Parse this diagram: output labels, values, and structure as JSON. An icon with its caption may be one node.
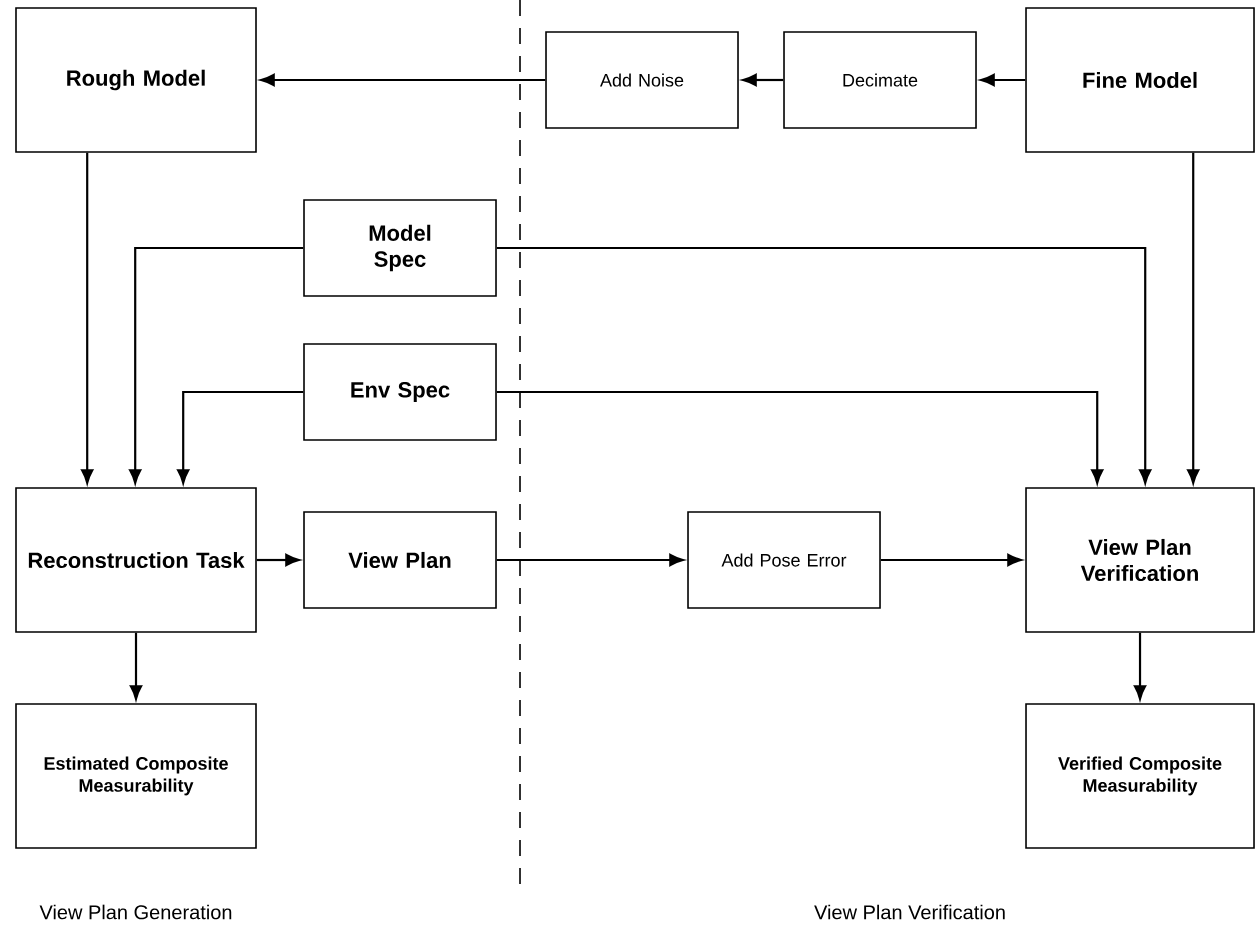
{
  "diagram": {
    "nodes": [
      {
        "text": [
          "Rough Model"
        ]
      },
      {
        "text": [
          "Add Noise"
        ]
      },
      {
        "text": [
          "Decimate"
        ]
      },
      {
        "text": [
          "Fine Model"
        ]
      },
      {
        "text": [
          "Model Spec"
        ]
      },
      {
        "text": [
          "Env Spec"
        ]
      },
      {
        "text": [
          "Reconstruction Task"
        ]
      },
      {
        "text": [
          "View Plan"
        ]
      },
      {
        "text": [
          "Add Pose Error"
        ]
      },
      {
        "text": [
          "View Plan Verification"
        ]
      },
      {
        "text": [
          "Estimated Composite Measurability"
        ]
      },
      {
        "text": [
          "Verified Composite Measurability"
        ]
      }
    ],
    "edges": [
      {
        "from": 3,
        "to": 2,
        "arrow": "to"
      },
      {
        "from": 2,
        "to": 1,
        "arrow": "to"
      },
      {
        "from": 1,
        "to": 0,
        "arrow": "to"
      },
      {
        "from": 0,
        "to": 6,
        "arrow": "to"
      },
      {
        "from": 4,
        "to": 6,
        "arrow": "to"
      },
      {
        "from": 5,
        "to": 6,
        "arrow": "to"
      },
      {
        "from": 4,
        "to": 9,
        "arrow": "to"
      },
      {
        "from": 5,
        "to": 9,
        "arrow": "to"
      },
      {
        "from": 3,
        "to": 9,
        "arrow": "to"
      },
      {
        "from": 6,
        "to": 7,
        "arrow": "to"
      },
      {
        "from": 7,
        "to": 8,
        "arrow": "to"
      },
      {
        "from": 8,
        "to": 9,
        "arrow": "to"
      },
      {
        "from": 6,
        "to": 10,
        "arrow": "to"
      },
      {
        "from": 9,
        "to": 11,
        "arrow": "to"
      }
    ],
    "labels": [
      "View Plan Generation",
      "View Plan Verification"
    ]
  }
}
